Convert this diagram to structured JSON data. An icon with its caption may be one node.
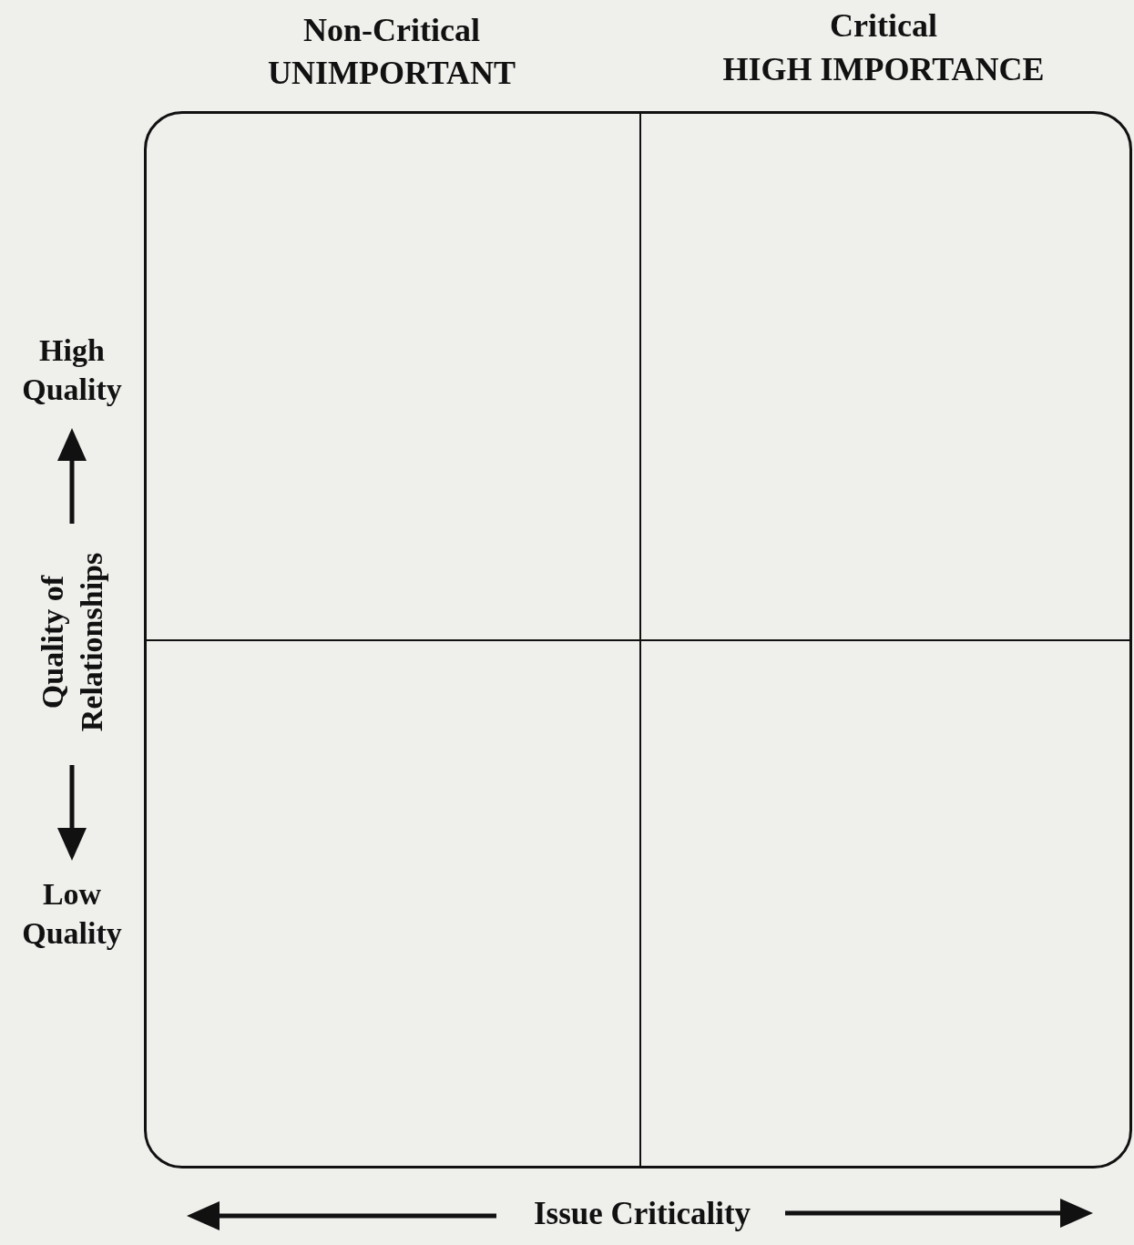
{
  "diagram": {
    "labels": [
      "Non-Critical",
      "UNIMPORTANT",
      "Critical",
      "HIGH IMPORTANCE",
      "High Quality",
      "Quality of Relationships",
      "Low Quality",
      "Issue Criticality"
    ]
  }
}
